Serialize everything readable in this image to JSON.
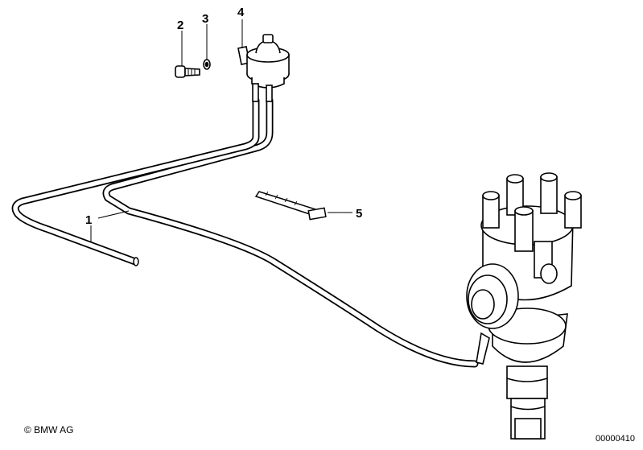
{
  "callouts": {
    "hose": "1",
    "screw": "2",
    "washer": "3",
    "valve": "4",
    "strap": "5"
  },
  "footer": {
    "copyright": "© BMW AG",
    "drawing_number": "00000410"
  }
}
